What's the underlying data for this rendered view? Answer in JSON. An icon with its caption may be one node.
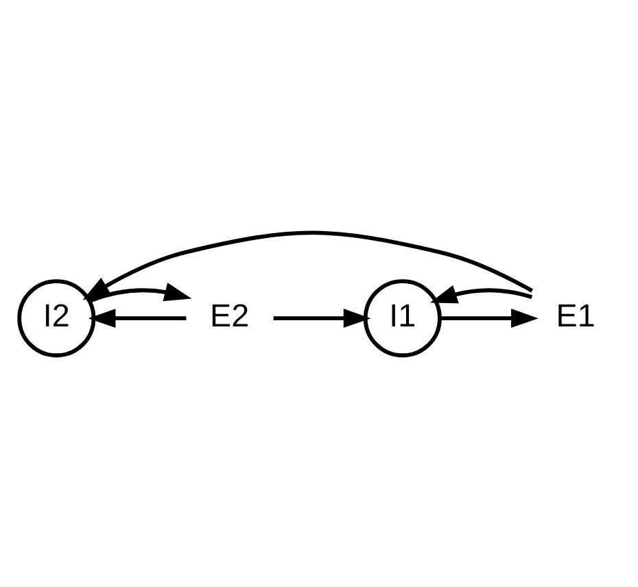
{
  "diagram": {
    "nodes": [
      {
        "text": [
          "I2"
        ]
      },
      {
        "text": [
          "I1"
        ]
      },
      {
        "text": [
          "E2"
        ]
      },
      {
        "text": [
          "E1"
        ]
      }
    ],
    "edges": [
      {
        "from": 2,
        "to": 1,
        "arrow": "to"
      },
      {
        "from": 2,
        "to": 0,
        "arrow": "to"
      },
      {
        "from": 0,
        "to": 2,
        "arrow": "to"
      },
      {
        "from": 1,
        "to": 3,
        "arrow": "to"
      },
      {
        "from": 3,
        "to": 1,
        "arrow": "to"
      },
      {
        "from": 3,
        "to": 0,
        "arrow": "to"
      }
    ]
  }
}
